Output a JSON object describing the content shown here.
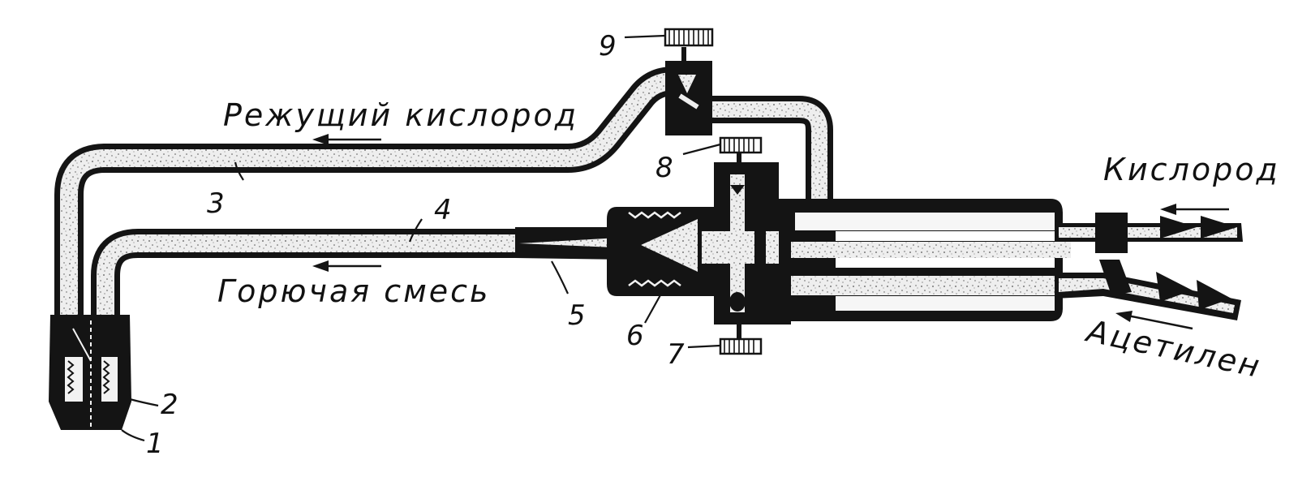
{
  "diagram": {
    "labels": {
      "cutting_oxygen": "Режущий кислород",
      "combustible_mix": "Горючая смесь",
      "oxygen": "Кислород",
      "acetylene": "Ацетилен"
    },
    "callouts": [
      "1",
      "2",
      "3",
      "4",
      "5",
      "6",
      "7",
      "8",
      "9"
    ],
    "colors": {
      "ink": "#141414",
      "fill": "#eeeeee",
      "speckle": "#555555",
      "paper": "#ffffff"
    }
  }
}
